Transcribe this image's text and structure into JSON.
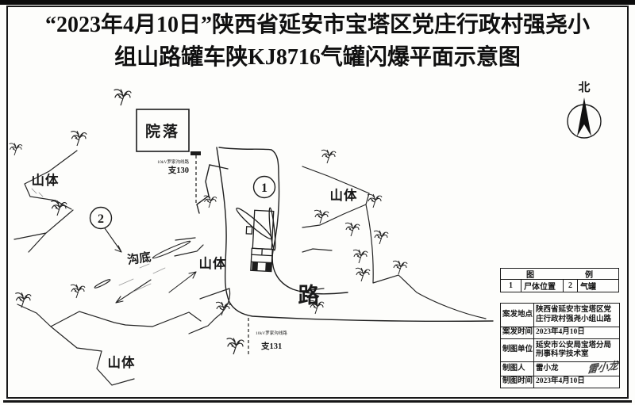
{
  "title": {
    "line1": "“2023年4月10日”陕西省延安市宝塔区党庄行政村强尧小",
    "line2": "组山路罐车陕KJ8716气罐闪爆平面示意图"
  },
  "compass": {
    "north_label": "北"
  },
  "map": {
    "courtyard_label": "院落",
    "mountain_label": "山体",
    "gully_label": "沟底",
    "road_label": "路",
    "marker_body": "1",
    "marker_tank": "2",
    "pole_130": {
      "line_label": "10kV罗家沟线路",
      "pole_label": "支130"
    },
    "pole_131": {
      "line_label": "10kV罗家沟线路",
      "pole_label": "支131"
    }
  },
  "legend": {
    "header_left": "图",
    "header_right": "例",
    "items": [
      {
        "no": "1",
        "label": "尸体位置"
      },
      {
        "no": "2",
        "label": "气罐"
      }
    ]
  },
  "info_table": {
    "rows": [
      {
        "label": "案发地点",
        "value": "陕西省延安市宝塔区党庄行政村强尧小组山路"
      },
      {
        "label": "案发时间",
        "value": "2023年4月10日"
      },
      {
        "label": "制图单位",
        "value": "延安市公安局宝塔分局刑事科学技术室"
      },
      {
        "label": "制图人",
        "value": "雷小龙"
      },
      {
        "label": "制图时间",
        "value": "2023年4月10日"
      }
    ],
    "signature": "雷小龙"
  }
}
